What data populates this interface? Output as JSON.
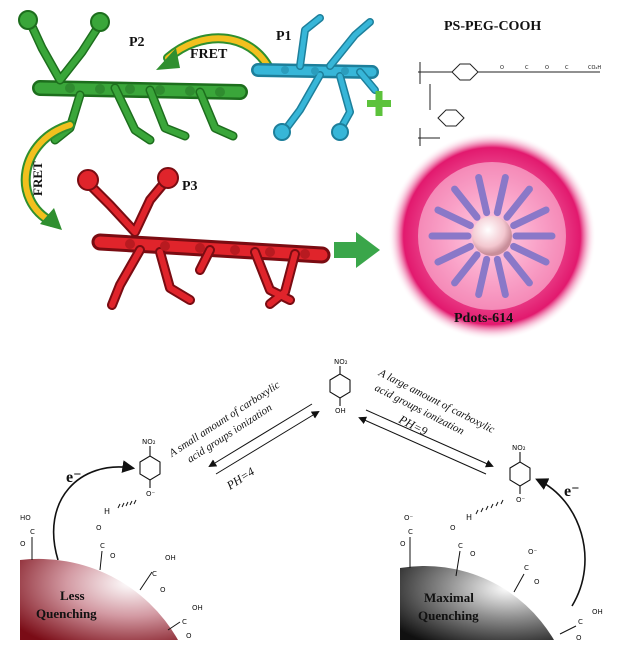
{
  "labels": {
    "p1": "P1",
    "p2": "P2",
    "p3": "P3",
    "fret_top": "FRET",
    "fret_left": "FRET",
    "ps_peg_cooh": "PS-PEG-COOH",
    "pdots": "Pdots-614"
  },
  "bottom": {
    "left_arrow_text_1": "A small amount of carboxylic",
    "left_arrow_text_2": "acid groups ionization",
    "right_arrow_text_1": "A large amount of carboxylic",
    "right_arrow_text_2": "acid groups ionization",
    "ph_left": "PH=4",
    "ph_right": "PH=9",
    "electron_left": "e⁻",
    "electron_right": "e⁻",
    "less_1": "Less",
    "less_2": "Quenching",
    "max_1": "Maximal",
    "max_2": "Quenching",
    "no2": "NO₂",
    "oh": "OH",
    "o_minus": "O⁻",
    "h": "H"
  },
  "colors": {
    "green": "#3aa63a",
    "blue": "#37b6d8",
    "red": "#e0242b",
    "yellow": "#f2c01e",
    "pink": "#e2196e",
    "plus": "#5cc23b",
    "arrow_green": "#3aa64a"
  }
}
